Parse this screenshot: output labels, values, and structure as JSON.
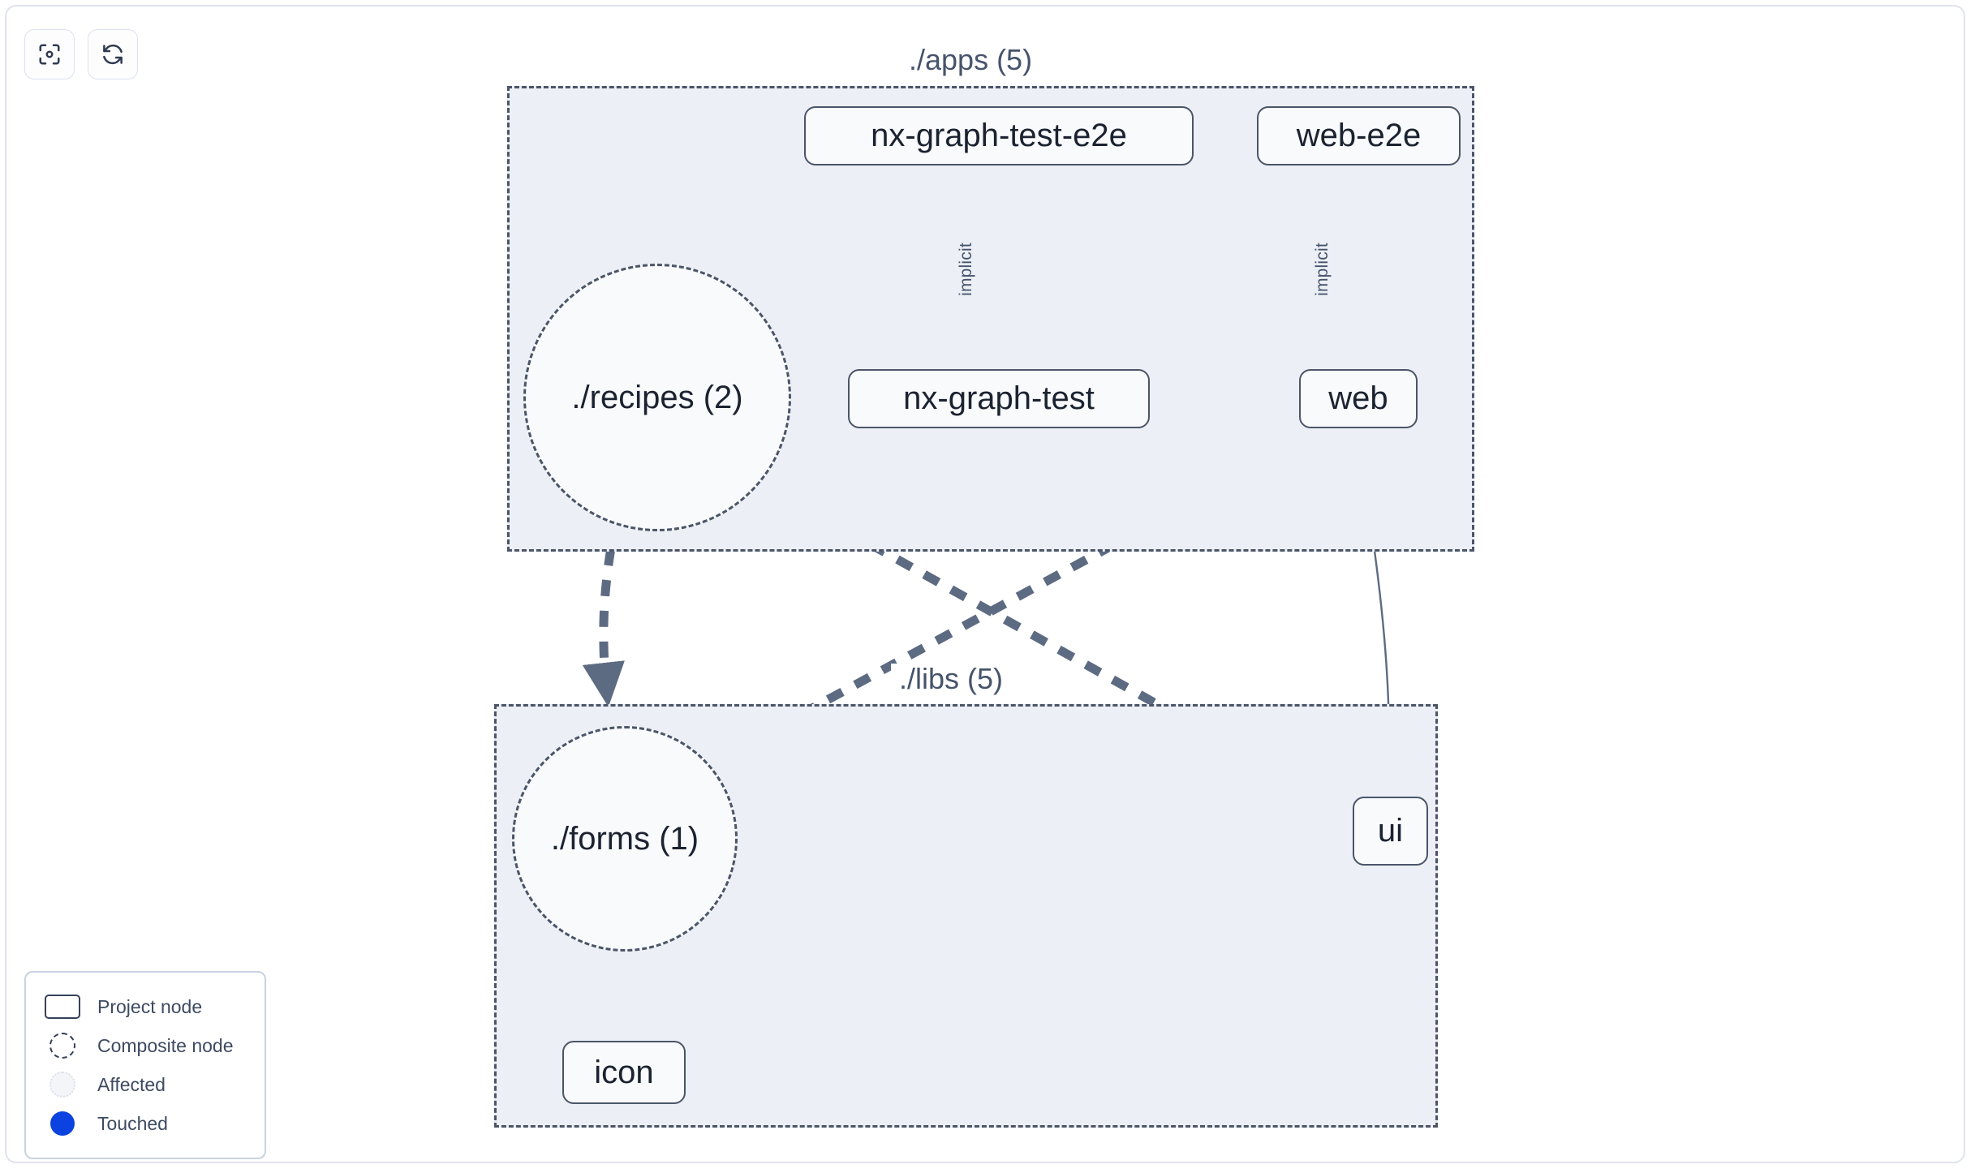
{
  "toolbar": {
    "buttons": [
      {
        "name": "focus-graph-button",
        "icon": "focus-target-icon",
        "label": ""
      },
      {
        "name": "refresh-graph-button",
        "icon": "refresh-icon",
        "label": ""
      }
    ]
  },
  "graph": {
    "groups": [
      {
        "id": "apps",
        "label": "./apps (5)"
      },
      {
        "id": "libs",
        "label": "./libs (5)"
      }
    ],
    "composite_nodes": [
      {
        "id": "recipes",
        "label": "./recipes (2)",
        "group": "apps"
      },
      {
        "id": "forms",
        "label": "./forms (1)",
        "group": "libs"
      }
    ],
    "project_nodes": [
      {
        "id": "nx-graph-test-e2e",
        "label": "nx-graph-test-e2e",
        "group": "apps"
      },
      {
        "id": "web-e2e",
        "label": "web-e2e",
        "group": "apps"
      },
      {
        "id": "nx-graph-test",
        "label": "nx-graph-test",
        "group": "apps"
      },
      {
        "id": "web",
        "label": "web",
        "group": "apps"
      },
      {
        "id": "ui",
        "label": "ui",
        "group": "libs"
      },
      {
        "id": "icon",
        "label": "icon",
        "group": "libs"
      }
    ],
    "edges": [
      {
        "from": "nx-graph-test-e2e",
        "to": "nx-graph-test",
        "label": "implicit",
        "style": "solid"
      },
      {
        "from": "web-e2e",
        "to": "web",
        "label": "implicit",
        "style": "solid"
      },
      {
        "from": "web",
        "to": "ui",
        "label": "",
        "style": "solid"
      },
      {
        "from": "recipes",
        "to": "forms",
        "label": "",
        "style": "dashed"
      },
      {
        "from": "recipes",
        "to": "ui",
        "label": "",
        "style": "dashed"
      },
      {
        "from": "web",
        "to": "forms",
        "label": "",
        "style": "dashed"
      },
      {
        "from": "forms",
        "to": "icon",
        "label": "",
        "style": "dashed"
      }
    ]
  },
  "legend": {
    "items": [
      {
        "swatch": "project-node-swatch",
        "label": "Project node"
      },
      {
        "swatch": "composite-node-swatch",
        "label": "Composite node"
      },
      {
        "swatch": "affected-swatch",
        "label": "Affected"
      },
      {
        "swatch": "touched-swatch",
        "label": "Touched"
      }
    ]
  },
  "colors": {
    "edge": "#5d6b82",
    "node_border": "#4a5568",
    "node_fill": "#f8fafc",
    "group_fill": "#eceff5",
    "touched": "#0b42e0",
    "text": "#1b2230",
    "label_text": "#46546c"
  }
}
